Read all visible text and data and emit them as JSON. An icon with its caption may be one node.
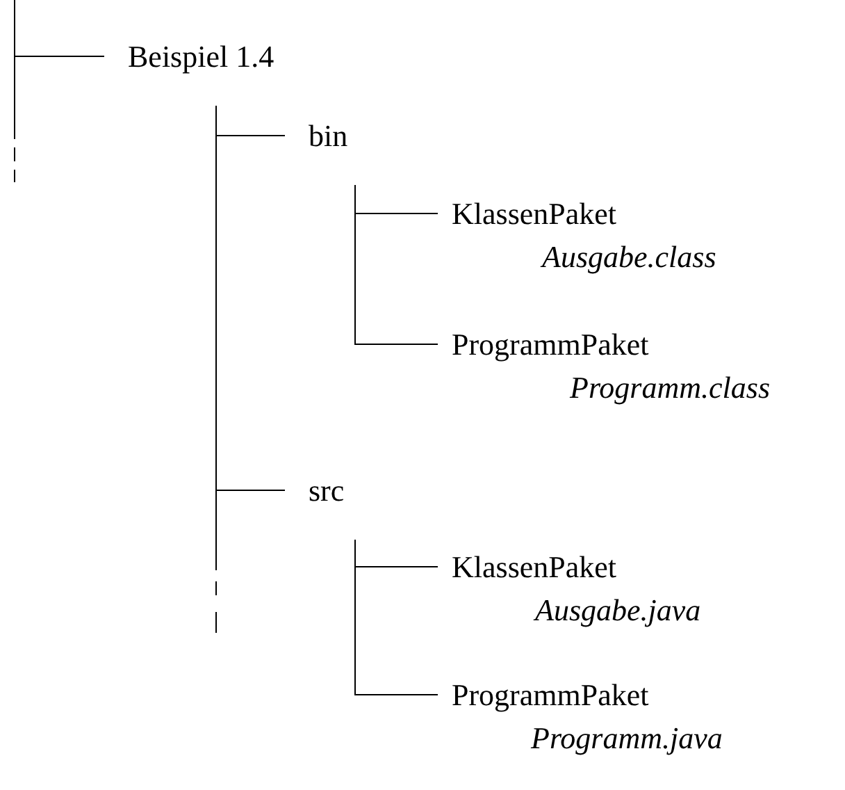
{
  "diagram": {
    "nodes": [
      {
        "text": [
          "Beispiel 1.4"
        ]
      },
      {
        "text": [
          "bin"
        ]
      },
      {
        "text": [
          "KlassenPaket",
          "Ausgabe.class"
        ]
      },
      {
        "text": [
          "ProgrammPaket",
          "Programm.class"
        ]
      },
      {
        "text": [
          "src"
        ]
      },
      {
        "text": [
          "KlassenPaket",
          "Ausgabe.java"
        ]
      },
      {
        "text": [
          "ProgrammPaket",
          "Programm.java"
        ]
      }
    ],
    "edges": [
      {
        "from": null,
        "to": 0,
        "arrow": "none"
      },
      {
        "from": 0,
        "to": 1,
        "arrow": "none"
      },
      {
        "from": 1,
        "to": 2,
        "arrow": "none"
      },
      {
        "from": 1,
        "to": 3,
        "arrow": "none"
      },
      {
        "from": 0,
        "to": 4,
        "arrow": "none"
      },
      {
        "from": 4,
        "to": 5,
        "arrow": "none"
      },
      {
        "from": 4,
        "to": 6,
        "arrow": "none"
      }
    ]
  }
}
